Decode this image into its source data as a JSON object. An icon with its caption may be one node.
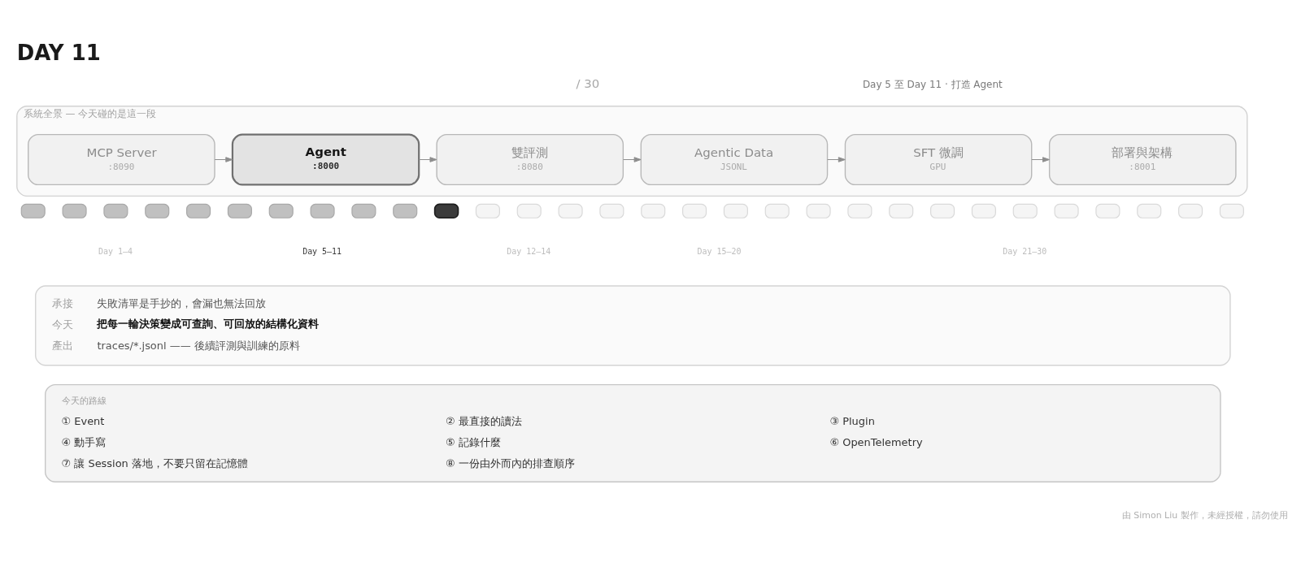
{
  "diagram": {
    "title": "DAY 11",
    "nodes": [
      {
        "text": [
          "系統全景 — 今天碰的是這一段"
        ]
      },
      {
        "text": [
          "MCP Server",
          ":8090"
        ],
        "in": 0
      },
      {
        "text": [
          "Agent",
          ":8000"
        ],
        "in": 0
      },
      {
        "text": [
          "雙評測",
          ":8080"
        ],
        "in": 0
      },
      {
        "text": [
          "Agentic Data",
          "JSONL"
        ],
        "in": 0
      },
      {
        "text": [
          "SFT 微調",
          "GPU"
        ],
        "in": 0
      },
      {
        "text": [
          "部署與架構",
          ":8001"
        ],
        "in": 0
      },
      {
        "text": [],
        "shape": "box"
      },
      {
        "text": [],
        "shape": "box"
      },
      {
        "text": [],
        "shape": "box"
      },
      {
        "text": [],
        "shape": "box"
      },
      {
        "text": [],
        "shape": "box"
      },
      {
        "text": [],
        "shape": "box"
      },
      {
        "text": [],
        "shape": "box"
      },
      {
        "text": [],
        "shape": "box"
      },
      {
        "text": [],
        "shape": "box"
      },
      {
        "text": [],
        "shape": "box"
      },
      {
        "text": [],
        "shape": "box"
      },
      {
        "text": [],
        "shape": "box"
      },
      {
        "text": [],
        "shape": "box"
      },
      {
        "text": [],
        "shape": "box"
      },
      {
        "text": [],
        "shape": "box"
      },
      {
        "text": [],
        "shape": "box"
      },
      {
        "text": [],
        "shape": "box"
      },
      {
        "text": [],
        "shape": "box"
      },
      {
        "text": [],
        "shape": "box"
      },
      {
        "text": [],
        "shape": "box"
      },
      {
        "text": [],
        "shape": "box"
      },
      {
        "text": [],
        "shape": "box"
      },
      {
        "text": [],
        "shape": "box"
      },
      {
        "text": [],
        "shape": "box"
      },
      {
        "text": [],
        "shape": "box"
      },
      {
        "text": [],
        "shape": "box"
      },
      {
        "text": [],
        "shape": "box"
      },
      {
        "text": [],
        "shape": "box"
      },
      {
        "text": [],
        "shape": "box"
      },
      {
        "text": [],
        "shape": "box"
      },
      {
        "text": [
          "承接",
          "失敗清單是手抄的，會漏也無法回放",
          "今天",
          "把每一輪決策變成可查詢、可回放的結構化資料",
          "產出",
          "traces/*.jsonl —— 後續評測與訓練的原料"
        ]
      },
      {
        "text": [
          "今天的路線",
          "① Event",
          "② 最直接的讀法",
          "③ Plugin",
          "④ 動手寫",
          "⑤ 記錄什麼",
          "⑥ OpenTelemetry",
          "⑦ 讓 Session 落地，不要只留在記憶體",
          "⑧ 一份由外而內的排查順序"
        ]
      }
    ],
    "edges": [
      {
        "from": 1,
        "to": 2,
        "arrow": "to"
      },
      {
        "from": 2,
        "to": 3,
        "arrow": "to"
      },
      {
        "from": 3,
        "to": 4,
        "arrow": "to"
      },
      {
        "from": 4,
        "to": 5,
        "arrow": "to"
      },
      {
        "from": 5,
        "to": 6,
        "arrow": "to"
      }
    ],
    "labels": [
      "/ 30",
      "Day 5 至 Day 11 · 打造 Agent",
      "Day 1–4",
      "Day 5–11",
      "Day 12–14",
      "Day 15–20",
      "Day 21–30",
      "由 Simon Liu 製作，未經授權，請勿使用"
    ]
  }
}
